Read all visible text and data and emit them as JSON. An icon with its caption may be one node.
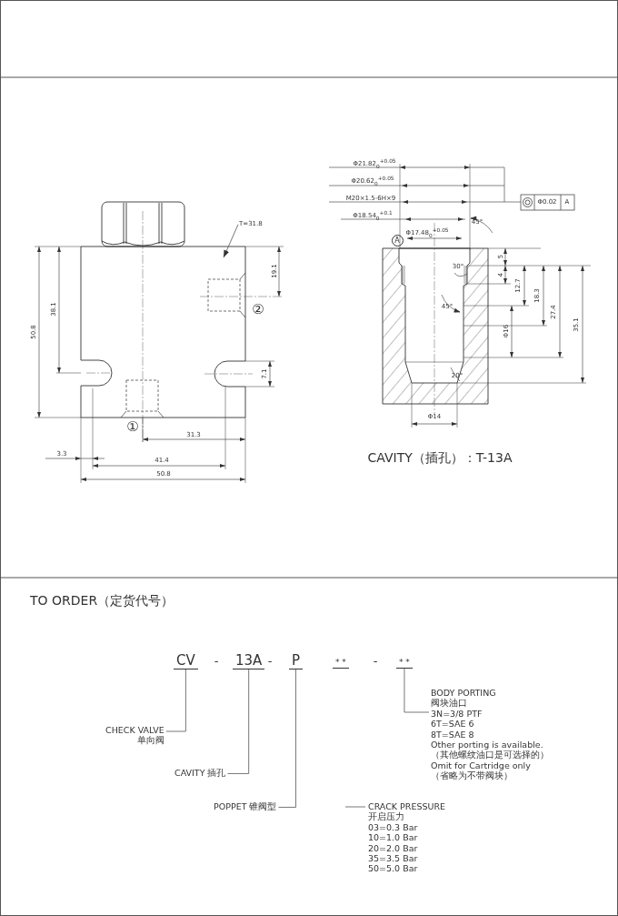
{
  "diagram": {
    "nodes": [
      {
        "text": [
          "CV"
        ]
      },
      {
        "text": [
          "13A"
        ]
      },
      {
        "text": [
          "P"
        ]
      },
      {
        "text": [
          "* *"
        ]
      },
      {
        "text": [
          "* *"
        ]
      },
      {
        "text": [
          "CHECK VALVE",
          "单向阀"
        ]
      },
      {
        "text": [
          "CAVITY 插孔"
        ]
      },
      {
        "text": [
          "POPPET 锥阀型"
        ]
      },
      {
        "text": [
          "CRACK PRESSURE",
          "开启压力",
          "03=0.3 Bar",
          "10=1.0 Bar",
          "20=2.0 Bar",
          "35=3.5 Bar",
          "50=5.0 Bar"
        ]
      },
      {
        "text": [
          "BODY PORTING",
          "阀块油口",
          "3N=3/8 PTF",
          "6T=SAE 6",
          "8T=SAE 8",
          "Other porting is available.",
          "（其他螺纹油口是可选择的）",
          "Omit for Cartridge only",
          "（省略为不带阀块）"
        ]
      },
      {
        "text": [
          "T=31.8"
        ]
      },
      {
        "text": [],
        "shape": "picture"
      }
    ],
    "edges": [
      {
        "from": 0,
        "to": 5,
        "arrow": "none"
      },
      {
        "from": 1,
        "to": 6,
        "arrow": "none"
      },
      {
        "from": 2,
        "to": 7,
        "arrow": "none"
      },
      {
        "from": 4,
        "to": 9,
        "arrow": "none"
      },
      {
        "from": 8,
        "to": null,
        "arrow": "none"
      },
      {
        "from": 10,
        "to": 11,
        "arrow": "to"
      }
    ],
    "labels": [
      "Φ21.82$_{0}$$^{+0.05}$",
      "Φ20.62$_{0}$$^{+0.05}$",
      "M20×1.5-6H×9",
      "Φ0.02",
      "A",
      "Φ18.54$_{0}$$^{+0.1}$",
      "45°",
      "A",
      "Φ17.48$_{0}$$^{+0.05}$",
      "5",
      "30°",
      "4",
      "12.7",
      "19.1",
      "18.3",
      "38.1",
      "②",
      "45°",
      "27.4",
      "50.8",
      "Φ16",
      "35.1",
      "7.1",
      "20°",
      "Φ14",
      "①",
      "31.3",
      "3.3",
      "41.4",
      "50.8",
      "CAVITY（插孔）：T-13A",
      "TO ORDER（定货代号）",
      "-",
      "-",
      "-"
    ]
  }
}
